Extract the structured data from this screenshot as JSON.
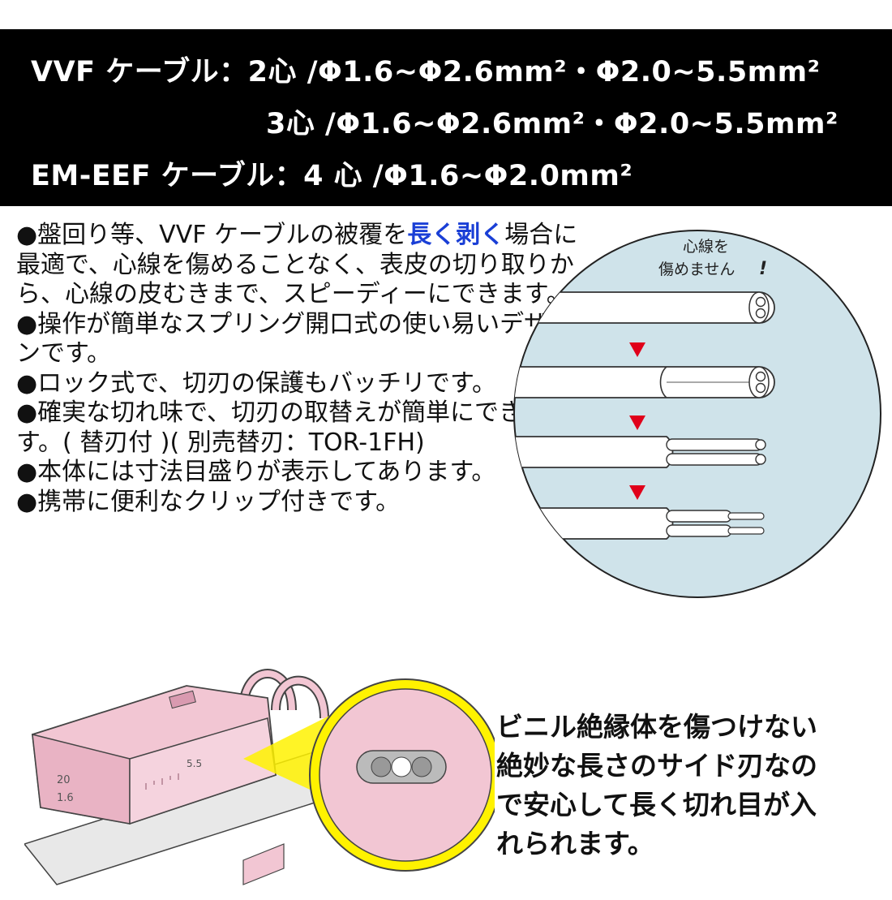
{
  "header": {
    "line1": "VVF ケーブル：2心 /Φ1.6~Φ2.6mm²・Φ2.0~5.5mm²",
    "line2": "3心 /Φ1.6~Φ2.6mm²・Φ2.0~5.5mm²",
    "line3": "EM-EEF ケーブル：4 心 /Φ1.6~Φ2.0mm²"
  },
  "features": {
    "f1_pre": "●盤回り等、VVF ケーブルの被覆を",
    "f1_hl": "長く剥く",
    "f1_post": "場合に最適で、心線を傷めることなく、表皮の切り取りから、心線の皮むきまで、スピーディーにできます。",
    "f2": "●操作が簡単なスプリング開口式の使い易いデザインです。",
    "f3": "●ロック式で、切刃の保護もバッチリです。",
    "f4": "●確実な切れ味で、切刃の取替えが簡単にできます。( 替刃付 )( 別売替刃：TOR-1FH)",
    "f5": "●本体には寸法目盛りが表示してあります。",
    "f6": "●携帯に便利なクリップ付きです。"
  },
  "diagram": {
    "note_line1": "心線を",
    "note_line2": "傷めません",
    "note_mark": "!"
  },
  "caption": {
    "line1": "ビニル絶縁体を傷つけない",
    "line2": "絶妙な長さのサイド刃なの",
    "line3": "で安心して長く切れ目が入",
    "line4": "れられます。"
  },
  "tool_labels": {
    "scale_20": "20",
    "scale_16": "1.6",
    "scale_55": "5.5"
  },
  "colors": {
    "header_bg": "#000000",
    "highlight": "#1a3fd6",
    "circle_bg": "#cfe3ea",
    "arrow": "#e0001a",
    "tool_pink": "#f2c6d3",
    "callout_yellow": "#fff200"
  }
}
